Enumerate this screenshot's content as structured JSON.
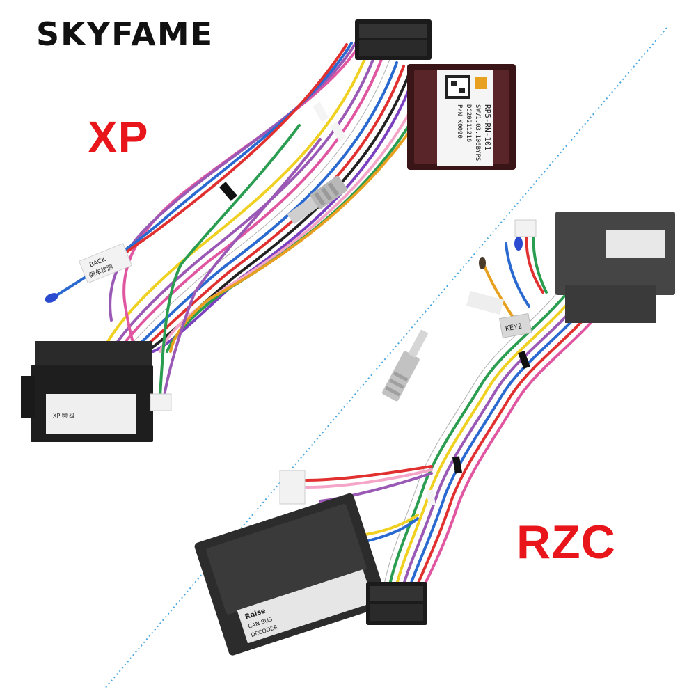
{
  "brand": {
    "name": "SKYFAME"
  },
  "variants": {
    "left": "XP",
    "right": "RZC"
  },
  "colors": {
    "variant_label": "#e8161b",
    "divider": "#4aa8e0",
    "brand": "#111111"
  },
  "labels": {
    "xp_module_text": [
      "RP5-RN-101",
      "SWV1.03.106BYPS",
      "DC20211216",
      "P/N K0090"
    ],
    "xp_back_tag": [
      "BACK",
      "倒车检测"
    ],
    "xp_connector_tag": "XP 物 级",
    "rzc_key_tag": "KEY2",
    "rzc_decoder_text": [
      "Raise",
      "CAN BUS",
      "DECODER"
    ]
  }
}
